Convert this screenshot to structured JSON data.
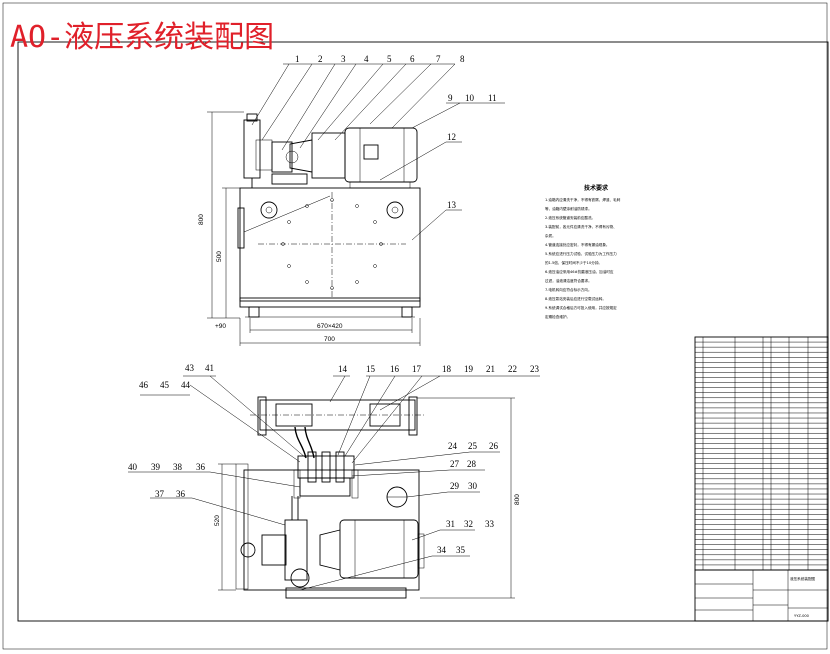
{
  "title": "AO-液压系统装配图",
  "top_view_callouts": [
    "1",
    "2",
    "3",
    "4",
    "5",
    "6",
    "7",
    "8",
    "9",
    "10",
    "11",
    "12",
    "13"
  ],
  "bottom_view_callouts": [
    "14",
    "15",
    "16",
    "17",
    "18",
    "19",
    "21",
    "22",
    "23",
    "24",
    "25",
    "26",
    "27",
    "28",
    "29",
    "30",
    "31",
    "32",
    "33",
    "34",
    "35",
    "36",
    "37",
    "38",
    "39",
    "40",
    "41",
    "43",
    "44",
    "45",
    "46"
  ],
  "dimensions": {
    "front_height_total": "800",
    "front_height_tank": "500",
    "front_base_note": "+90",
    "front_inner_width": "670×420",
    "front_width": "700",
    "plan_height_total": "800",
    "plan_height_partial": "520"
  },
  "notes": {
    "heading": "技术要求",
    "lines": [
      "1.油箱内应清洗干净，不得有铁屑、焊渣、毛刺",
      "等，油箱内壁涂耐油防锈漆。",
      "2.液压系统管道安装前应酸洗。",
      "3.装配前，各元件应清洗干净，不得有污物、",
      "杂质。",
      "4.管道连接处应密封，不得有漏油现象。",
      "5.系统应进行压力试验，试验压力为工作压力",
      "的1.5倍，保压时间不少于10分钟。",
      "6.液压油应采用46#抗磨液压油，加油时应",
      "过滤，油液清洁度符合要求。",
      "7.电机转向应符合标示方向。",
      "8.液压泵站安装后应进行空载试运转。",
      "9.系统调试合格后方可投入使用，并应按规定",
      "定期检查维护。"
    ]
  },
  "title_block": {
    "drawing_number": "YYZ-000",
    "name": "液压系统装配图"
  }
}
